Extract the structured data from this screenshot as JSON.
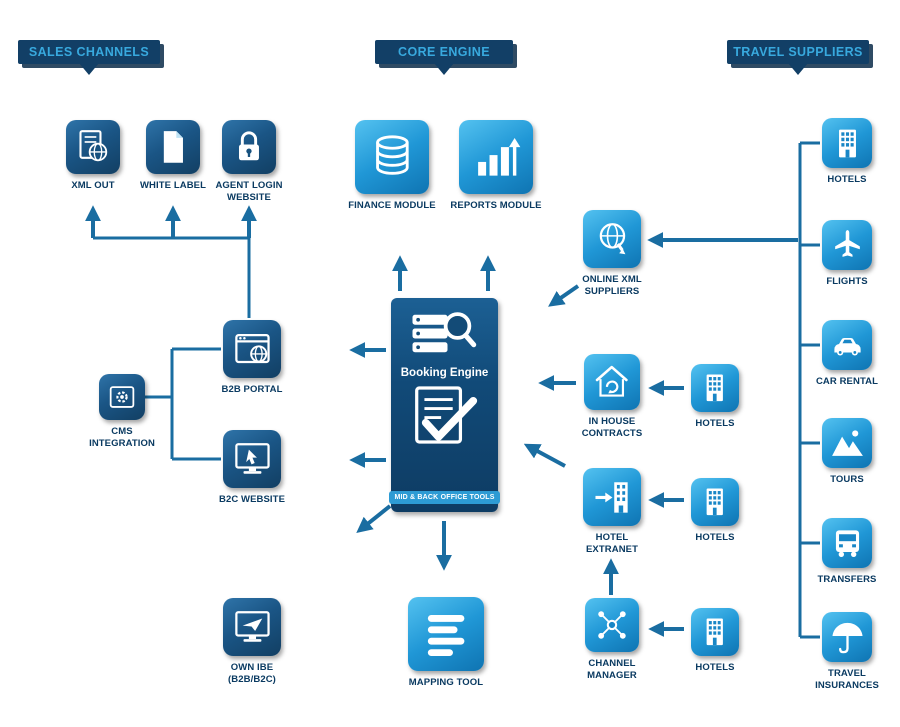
{
  "colors": {
    "banner_bg": "#123f66",
    "banner_text": "#38a9de",
    "arrow": "#1a6da1",
    "label_text": "#0a3a61",
    "tile_dark": "#1a5585",
    "tile_light": "#2097d6",
    "booking_panel": "#114a78",
    "booking_pill": "#2d9bd4"
  },
  "headers": {
    "sales": "SALES CHANNELS",
    "core": "CORE ENGINE",
    "suppliers": "TRAVEL SUPPLIERS"
  },
  "nodes": {
    "xml_out": {
      "label": "XML OUT",
      "icon": "document-globe-icon"
    },
    "white_label": {
      "label": "WHITE LABEL",
      "icon": "blank-page-icon"
    },
    "agent_login": {
      "label": "AGENT LOGIN WEBSITE",
      "icon": "padlock-icon"
    },
    "b2b_portal": {
      "label": "B2B PORTAL",
      "icon": "browser-globe-icon"
    },
    "cms_integration": {
      "label": "CMS INTEGRATION",
      "icon": "gear-device-icon"
    },
    "b2c_website": {
      "label": "B2C WEBSITE",
      "icon": "monitor-cursor-icon"
    },
    "own_ibe": {
      "label": "OWN IBE (B2B/B2C)",
      "icon": "monitor-plane-icon"
    },
    "finance_module": {
      "label": "FINANCE MODULE",
      "icon": "coins-stack-icon"
    },
    "reports_module": {
      "label": "REPORTS MODULE",
      "icon": "bar-chart-icon"
    },
    "booking_engine": {
      "title": "Booking Engine",
      "footer": "MID & BACK OFFICE TOOLS"
    },
    "mapping_tool": {
      "label": "MAPPING TOOL",
      "icon": "list-lines-icon"
    },
    "online_xml_suppliers": {
      "label": "ONLINE XML SUPPLIERS",
      "icon": "globe-arrow-icon"
    },
    "in_house_contracts": {
      "label": "IN HOUSE CONTRACTS",
      "icon": "house-refresh-icon"
    },
    "hotel_extranet": {
      "label": "HOTEL EXTRANET",
      "icon": "building-login-icon"
    },
    "channel_manager": {
      "label": "CHANNEL MANAGER",
      "icon": "network-nodes-icon"
    },
    "hotels_mid_1": {
      "label": "HOTELS",
      "icon": "building-icon"
    },
    "hotels_mid_2": {
      "label": "HOTELS",
      "icon": "building-icon"
    },
    "hotels_mid_3": {
      "label": "HOTELS",
      "icon": "building-icon"
    },
    "hotels": {
      "label": "HOTELS",
      "icon": "building-icon"
    },
    "flights": {
      "label": "FLIGHTS",
      "icon": "airplane-icon"
    },
    "car_rental": {
      "label": "CAR RENTAL",
      "icon": "car-icon"
    },
    "tours": {
      "label": "TOURS",
      "icon": "mountains-icon"
    },
    "transfers": {
      "label": "TRANSFERS",
      "icon": "bus-icon"
    },
    "travel_insurances": {
      "label": "TRAVEL INSURANCES",
      "icon": "umbrella-icon"
    }
  }
}
